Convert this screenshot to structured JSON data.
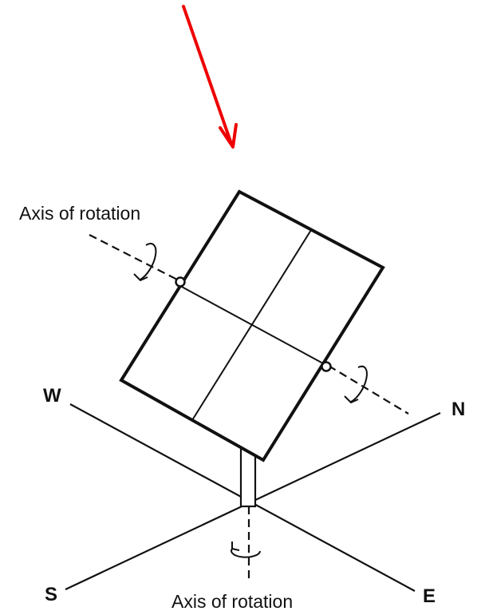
{
  "labels": {
    "axis_top": "Axis of rotation",
    "axis_bottom": "Axis of rotation",
    "west": "W",
    "north": "N",
    "south": "S",
    "east": "E"
  },
  "colors": {
    "arrow": "#ee0000",
    "ink": "#111111",
    "background": "#ffffff"
  }
}
